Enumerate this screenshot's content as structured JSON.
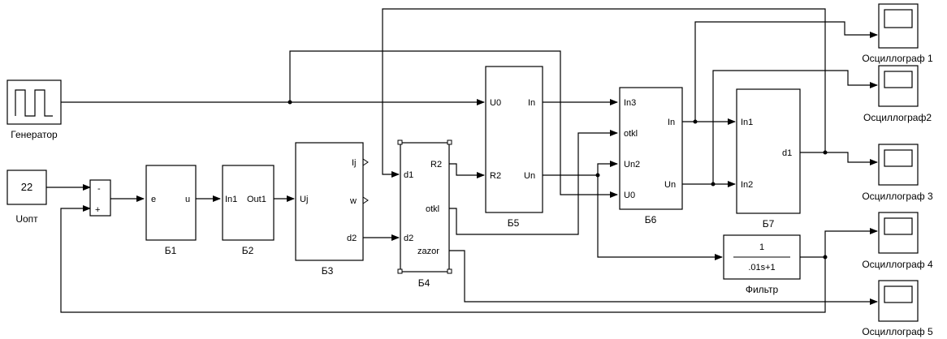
{
  "blocks": {
    "generator": {
      "label": "Генератор"
    },
    "const": {
      "value": "22",
      "label": "Uопт"
    },
    "sum": {
      "minus": "-",
      "plus": "+"
    },
    "b1": {
      "label": "Б1",
      "in": "e",
      "out": "u"
    },
    "b2": {
      "label": "Б2",
      "in": "In1",
      "out": "Out1"
    },
    "b3": {
      "label": "Б3",
      "in": "Uj",
      "out1": "Ij",
      "out2": "w",
      "out3": "d2"
    },
    "b4": {
      "label": "Б4",
      "in1": "d1",
      "in2": "d2",
      "out1": "R2",
      "out2": "otkl",
      "out3": "zazor"
    },
    "b5": {
      "label": "Б5",
      "in1": "U0",
      "in2": "R2",
      "out1": "In",
      "out2": "Un"
    },
    "b6": {
      "label": "Б6",
      "in1": "In3",
      "in2": "otkl",
      "in3": "Un2",
      "in4": "U0",
      "out1": "In",
      "out2": "Un"
    },
    "b7": {
      "label": "Б7",
      "in1": "In1",
      "in2": "In2",
      "out": "d1"
    },
    "filter": {
      "label": "Фильтр",
      "num": "1",
      "den": ".01s+1"
    },
    "scope1": {
      "label": "Осциллограф 1"
    },
    "scope2": {
      "label": "Осциллограф2"
    },
    "scope3": {
      "label": "Осциллограф 3"
    },
    "scope4": {
      "label": "Осциллограф 4"
    },
    "scope5": {
      "label": "Осциллограф 5"
    }
  }
}
